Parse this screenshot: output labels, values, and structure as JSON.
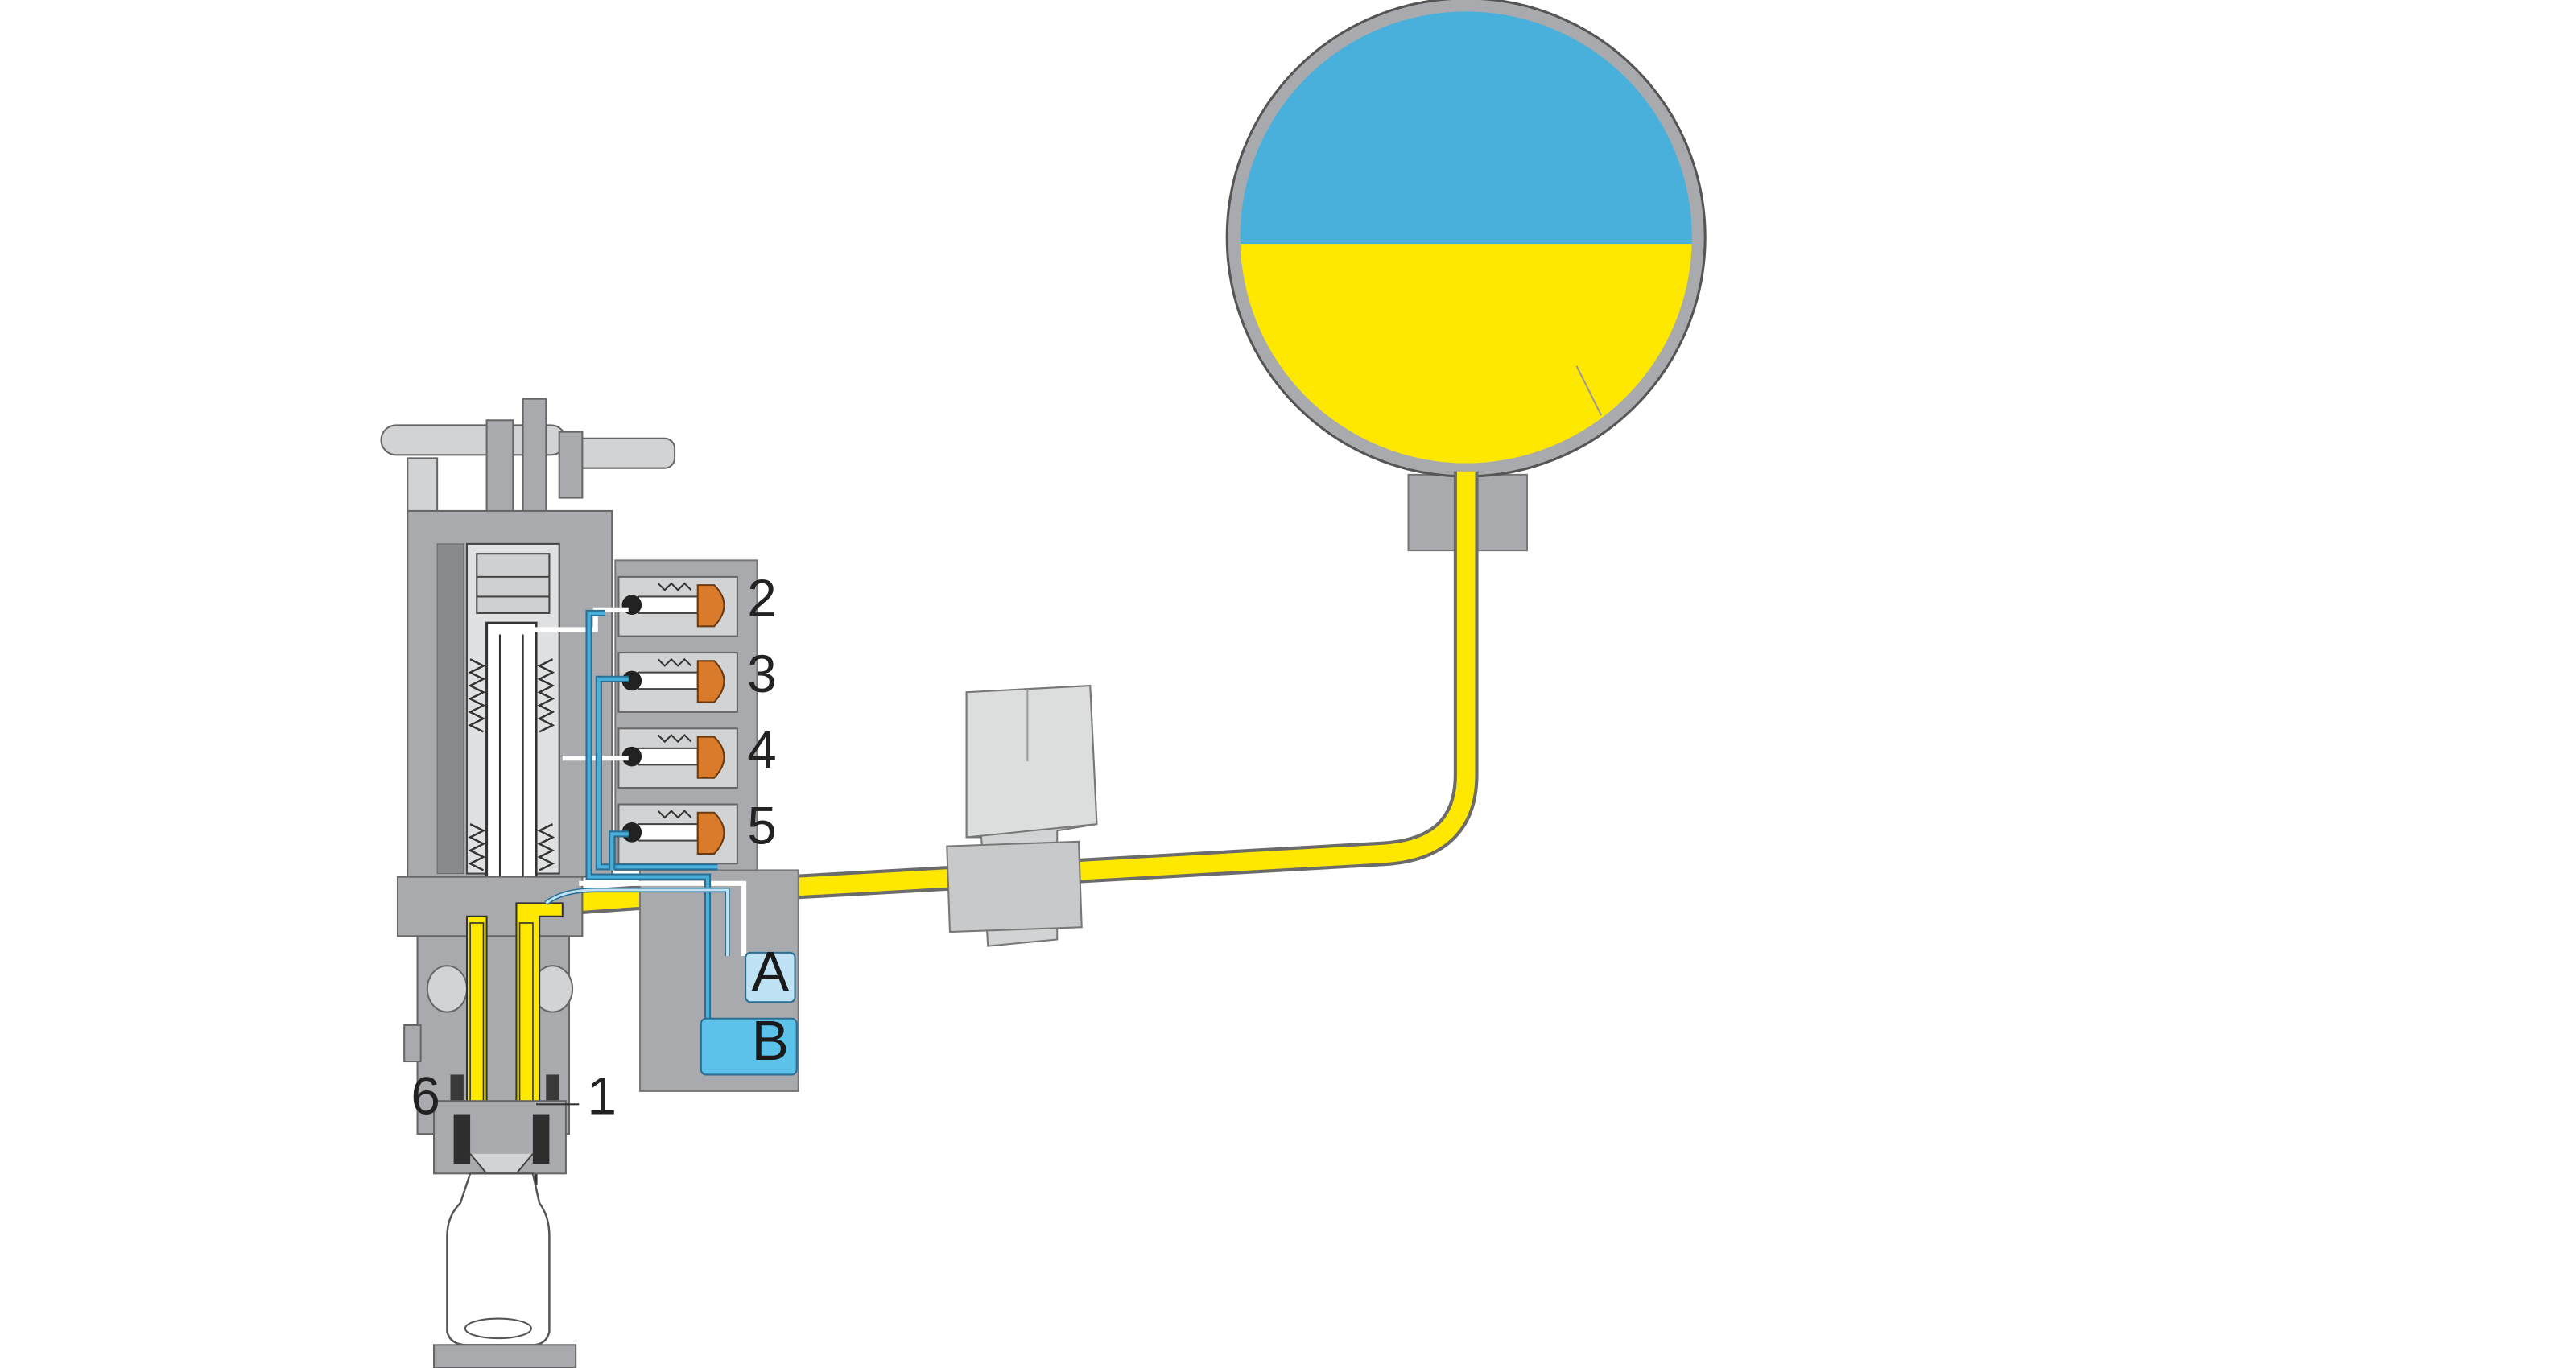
{
  "labels": {
    "one": "1",
    "two": "2",
    "three": "3",
    "four": "4",
    "five": "5",
    "six": "6",
    "a": "A",
    "b": "B"
  },
  "colors": {
    "product": "#ffe800",
    "gas": "#49b0dc",
    "light_blue": "#bfe3f5",
    "box_blue": "#5cc2ea",
    "metal": "#a8aaad",
    "metal_dark": "#888a8d",
    "metal_light": "#d2d3d4",
    "outline": "#3a3a3a",
    "valve_orange": "#d97b2a"
  }
}
